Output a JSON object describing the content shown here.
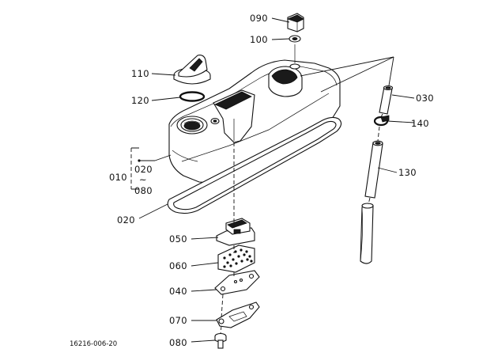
{
  "diagram_code": "16216-006-20",
  "callouts": {
    "p090": "090",
    "p100": "100",
    "p110": "110",
    "p120": "120",
    "p030": "030",
    "p140": "140",
    "p130": "130",
    "p010": "010",
    "p020a": "020",
    "tilde": "~",
    "p080a": "080",
    "p020b": "020",
    "p050": "050",
    "p060": "060",
    "p040": "040",
    "p070": "070",
    "p080b": "080"
  }
}
